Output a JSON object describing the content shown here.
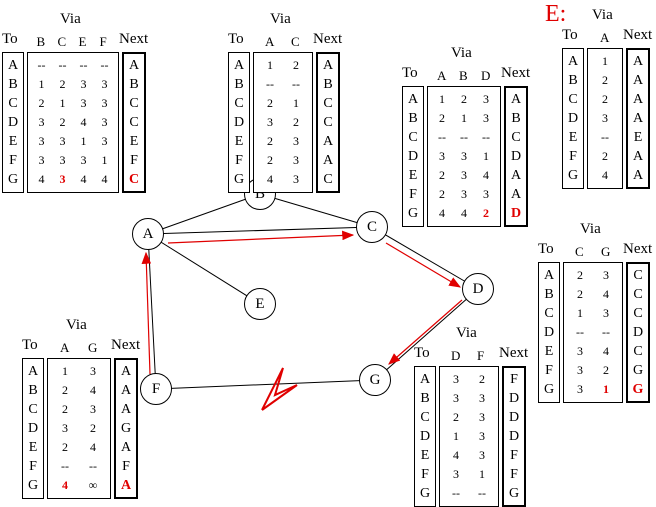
{
  "router_title": "E:",
  "labels": {
    "to": "To",
    "via": "Via",
    "next": "Next"
  },
  "link_break_color": "#e00000",
  "route_color": "#e00000",
  "nodes": [
    "A",
    "B",
    "C",
    "D",
    "E",
    "F",
    "G"
  ],
  "tables": {
    "A": {
      "via_headers": [
        "B",
        "C",
        "E",
        "F"
      ],
      "to": [
        "A",
        "B",
        "C",
        "D",
        "E",
        "F",
        "G"
      ],
      "via": [
        [
          "--",
          "--",
          "--",
          "--"
        ],
        [
          "1",
          "2",
          "3",
          "3"
        ],
        [
          "2",
          "1",
          "3",
          "3"
        ],
        [
          "3",
          "2",
          "4",
          "3"
        ],
        [
          "3",
          "3",
          "1",
          "3"
        ],
        [
          "3",
          "3",
          "3",
          "1"
        ],
        [
          "4",
          "3",
          "4",
          "4"
        ]
      ],
      "next": [
        "A",
        "B",
        "C",
        "C",
        "E",
        "F",
        "C"
      ],
      "highlight": [
        [
          6,
          1
        ]
      ],
      "next_highlight": [
        6
      ]
    },
    "B": {
      "via_headers": [
        "A",
        "C"
      ],
      "to": [
        "A",
        "B",
        "C",
        "D",
        "E",
        "F",
        "G"
      ],
      "via": [
        [
          "1",
          "2"
        ],
        [
          "--",
          "--"
        ],
        [
          "2",
          "1"
        ],
        [
          "3",
          "2"
        ],
        [
          "2",
          "3"
        ],
        [
          "2",
          "3"
        ],
        [
          "4",
          "3"
        ]
      ],
      "next": [
        "A",
        "B",
        "C",
        "C",
        "A",
        "A",
        "C"
      ],
      "highlight": [],
      "next_highlight": []
    },
    "C": {
      "via_headers": [
        "A",
        "B",
        "D"
      ],
      "to": [
        "A",
        "B",
        "C",
        "D",
        "E",
        "F",
        "G"
      ],
      "via": [
        [
          "1",
          "2",
          "3"
        ],
        [
          "2",
          "1",
          "3"
        ],
        [
          "--",
          "--",
          "--"
        ],
        [
          "3",
          "3",
          "1"
        ],
        [
          "2",
          "3",
          "4"
        ],
        [
          "2",
          "3",
          "3"
        ],
        [
          "4",
          "4",
          "2"
        ]
      ],
      "next": [
        "A",
        "B",
        "C",
        "D",
        "A",
        "A",
        "D"
      ],
      "highlight": [
        [
          6,
          2
        ]
      ],
      "next_highlight": [
        6
      ]
    },
    "D": {
      "via_headers": [
        "C",
        "G"
      ],
      "to": [
        "A",
        "B",
        "C",
        "D",
        "E",
        "F",
        "G"
      ],
      "via": [
        [
          "2",
          "3"
        ],
        [
          "2",
          "4"
        ],
        [
          "1",
          "3"
        ],
        [
          "--",
          "--"
        ],
        [
          "3",
          "4"
        ],
        [
          "3",
          "2"
        ],
        [
          "3",
          "1"
        ]
      ],
      "next": [
        "C",
        "C",
        "C",
        "D",
        "C",
        "G",
        "G"
      ],
      "highlight": [
        [
          6,
          1
        ]
      ],
      "next_highlight": [
        6
      ]
    },
    "E": {
      "via_headers": [
        "A"
      ],
      "to": [
        "A",
        "B",
        "C",
        "D",
        "E",
        "F",
        "G"
      ],
      "via": [
        [
          "1"
        ],
        [
          "2"
        ],
        [
          "2"
        ],
        [
          "3"
        ],
        [
          "--"
        ],
        [
          "2"
        ],
        [
          "4"
        ]
      ],
      "next": [
        "A",
        "A",
        "A",
        "A",
        "E",
        "A",
        "A"
      ],
      "highlight": [],
      "next_highlight": []
    },
    "F": {
      "via_headers": [
        "A",
        "G"
      ],
      "to": [
        "A",
        "B",
        "C",
        "D",
        "E",
        "F",
        "G"
      ],
      "via": [
        [
          "1",
          "3"
        ],
        [
          "2",
          "4"
        ],
        [
          "2",
          "3"
        ],
        [
          "3",
          "2"
        ],
        [
          "2",
          "4"
        ],
        [
          "--",
          "--"
        ],
        [
          "4",
          "∞"
        ]
      ],
      "next": [
        "A",
        "A",
        "A",
        "G",
        "A",
        "F",
        "A"
      ],
      "highlight": [
        [
          6,
          0
        ]
      ],
      "next_highlight": [
        6
      ]
    },
    "G": {
      "via_headers": [
        "D",
        "F"
      ],
      "to": [
        "A",
        "B",
        "C",
        "D",
        "E",
        "F",
        "G"
      ],
      "via": [
        [
          "3",
          "2"
        ],
        [
          "3",
          "3"
        ],
        [
          "2",
          "3"
        ],
        [
          "1",
          "3"
        ],
        [
          "4",
          "3"
        ],
        [
          "3",
          "1"
        ],
        [
          "--",
          "--"
        ]
      ],
      "next": [
        "F",
        "D",
        "D",
        "D",
        "F",
        "F",
        "G"
      ],
      "highlight": [],
      "next_highlight": []
    }
  }
}
